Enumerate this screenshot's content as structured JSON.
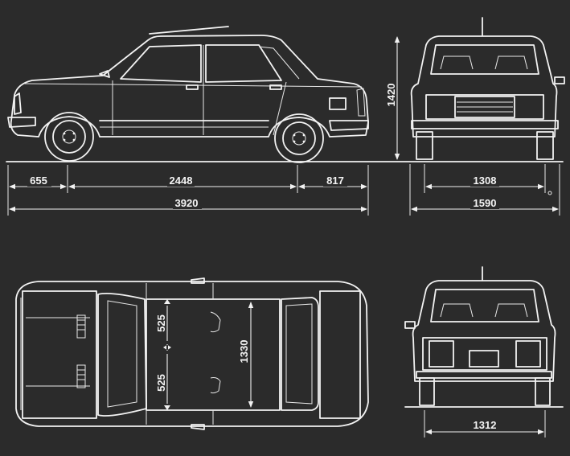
{
  "dimensions": {
    "front_overhang": "655",
    "wheelbase": "2448",
    "rear_overhang": "817",
    "overall_length": "3920",
    "height": "1420",
    "front_track": "1308",
    "overall_width": "1590",
    "rear_track": "1312",
    "interior_width": "1330",
    "seat_width_left": "525",
    "seat_width_right": "525"
  },
  "colors": {
    "background": "#2b2b2b",
    "lines": "#f2f2f2"
  }
}
